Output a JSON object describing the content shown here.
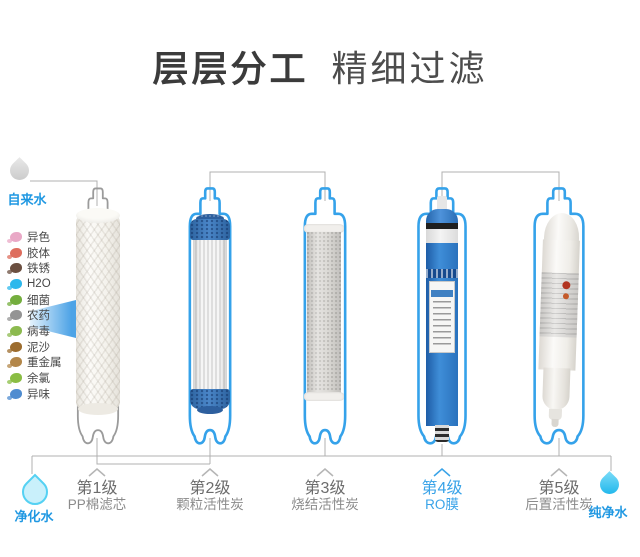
{
  "title": {
    "bold": "层层分工",
    "light": "精细过滤"
  },
  "inlets": {
    "tap": "自来水"
  },
  "outlets": {
    "purified": "净化水",
    "pure": "纯净水"
  },
  "contaminants": [
    {
      "label": "异色",
      "icon": "discoloration-icon",
      "color": "#e9a8c6"
    },
    {
      "label": "胶体",
      "icon": "colloid-icon",
      "color": "#de6e5e"
    },
    {
      "label": "铁锈",
      "icon": "rust-icon",
      "color": "#6b4f40"
    },
    {
      "label": "H2O",
      "icon": "water-icon",
      "color": "#2db8ec"
    },
    {
      "label": "细菌",
      "icon": "bacteria-icon",
      "color": "#74ae3e"
    },
    {
      "label": "农药",
      "icon": "pesticide-icon",
      "color": "#949494"
    },
    {
      "label": "病毒",
      "icon": "virus-icon",
      "color": "#8cba4f"
    },
    {
      "label": "泥沙",
      "icon": "sediment-icon",
      "color": "#9c6c2e"
    },
    {
      "label": "重金属",
      "icon": "heavy-metal-icon",
      "color": "#b3874a"
    },
    {
      "label": "余氯",
      "icon": "chlorine-icon",
      "color": "#8abd44"
    },
    {
      "label": "异味",
      "icon": "odor-icon",
      "color": "#4f8cd0"
    }
  ],
  "stages": [
    {
      "level": "第1级",
      "name": "PP棉滤芯",
      "highlighted": false
    },
    {
      "level": "第2级",
      "name": "颗粒活性炭",
      "highlighted": false
    },
    {
      "level": "第3级",
      "name": "烧结活性炭",
      "highlighted": false
    },
    {
      "level": "第4级",
      "name": "RO膜",
      "highlighted": true
    },
    {
      "level": "第5级",
      "name": "后置活性炭",
      "highlighted": false
    }
  ],
  "colors": {
    "accent_blue": "#35a2ea",
    "highlight_text_blue": "#39a3e8",
    "water_text_blue": "#2098e2",
    "label_gray": "#8b8b8b",
    "title_dark": "#3b3b3b",
    "outline_gray": "#9b9b9b",
    "connector_gray": "#b0b0b0"
  }
}
